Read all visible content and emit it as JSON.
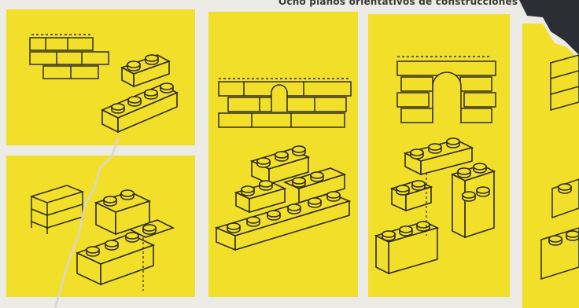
{
  "header": {
    "caption": "Ocho planos orientativos de construcciones"
  },
  "palette": {
    "paper": "#ecebe6",
    "panel_yellow": "#f2df2a",
    "ink": "#2e2b1c",
    "tear_shadow": "#2b2f35"
  },
  "panels": [
    {
      "name": "brick-wall-and-bricks-diagram"
    },
    {
      "name": "wall-with-window-diagram"
    },
    {
      "name": "wall-with-arch-diagram"
    },
    {
      "name": "partial-torn-diagram"
    },
    {
      "name": "corner-wall-diagram"
    },
    {
      "name": "stepped-wall-exploded-diagram"
    },
    {
      "name": "arch-exploded-diagram"
    }
  ]
}
